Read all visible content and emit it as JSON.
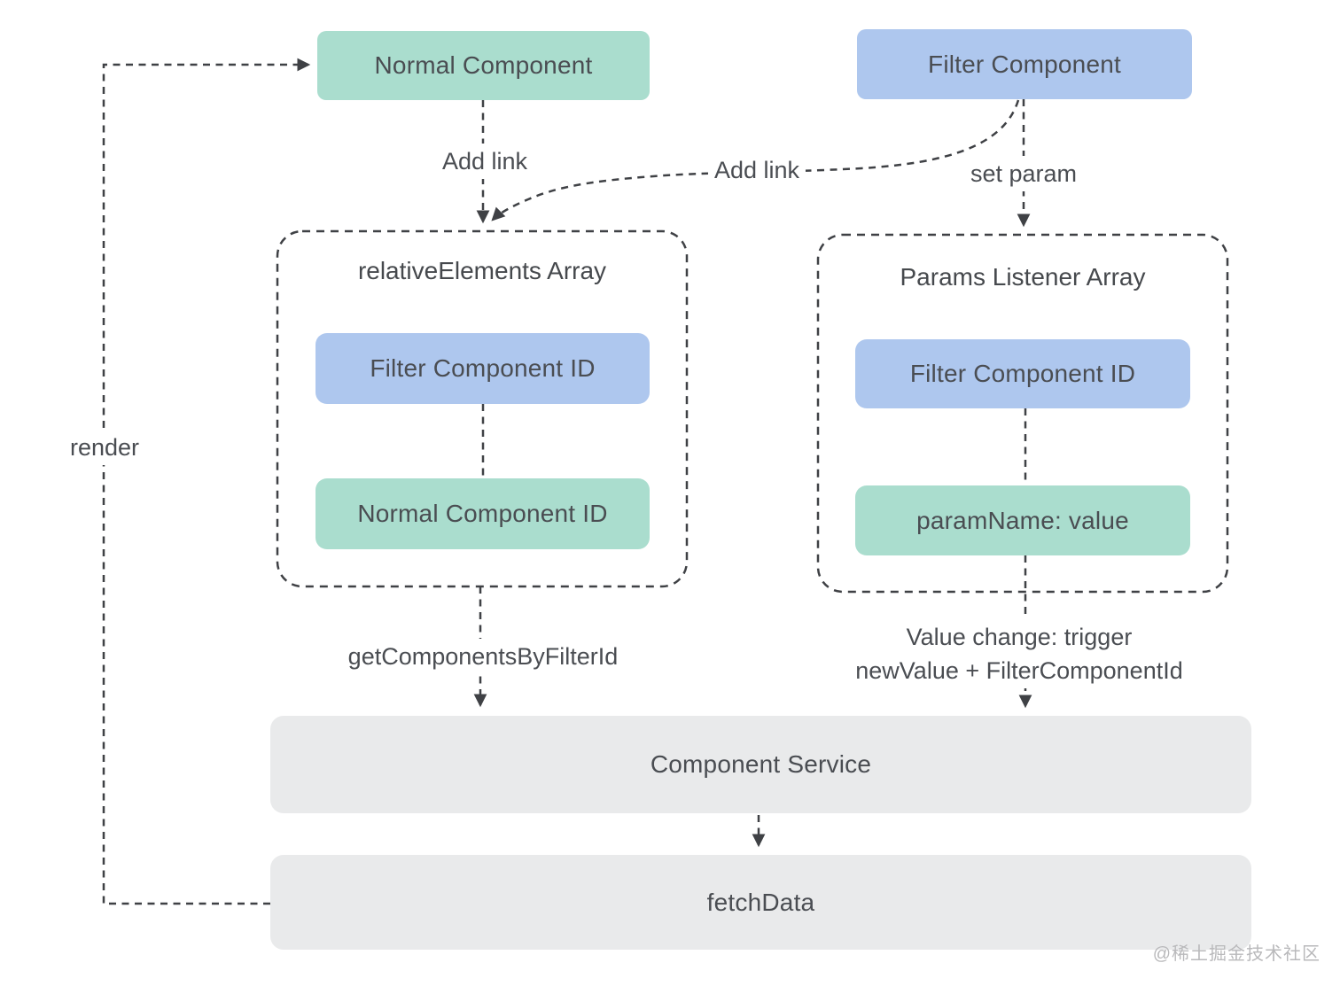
{
  "colors": {
    "teal": "#aaddce",
    "blue": "#aec7ee",
    "gray": "#e9eaeb",
    "line": "#3f4145",
    "text": "#4a4d52",
    "watermark": "#b9b9bb"
  },
  "nodes": {
    "normal_component": "Normal Component",
    "filter_component": "Filter Component",
    "component_service": "Component Service",
    "fetch_data": "fetchData"
  },
  "containers": {
    "relative_elements": {
      "title": "relativeElements Array",
      "items": [
        {
          "label": "Filter Component ID"
        },
        {
          "label": "Normal Component ID"
        }
      ]
    },
    "params_listener": {
      "title": "Params Listener Array",
      "items": [
        {
          "label": "Filter Component ID"
        },
        {
          "label": "paramName: value"
        }
      ]
    }
  },
  "edges": {
    "add_link_left": "Add link",
    "add_link_middle": "Add link",
    "set_param": "set param",
    "render": "render",
    "get_components_by_filter_id": "getComponentsByFilterId",
    "value_change": {
      "line1": "Value change: trigger",
      "line2": "newValue + FilterComponentId"
    }
  },
  "watermark": "@稀土掘金技术社区"
}
